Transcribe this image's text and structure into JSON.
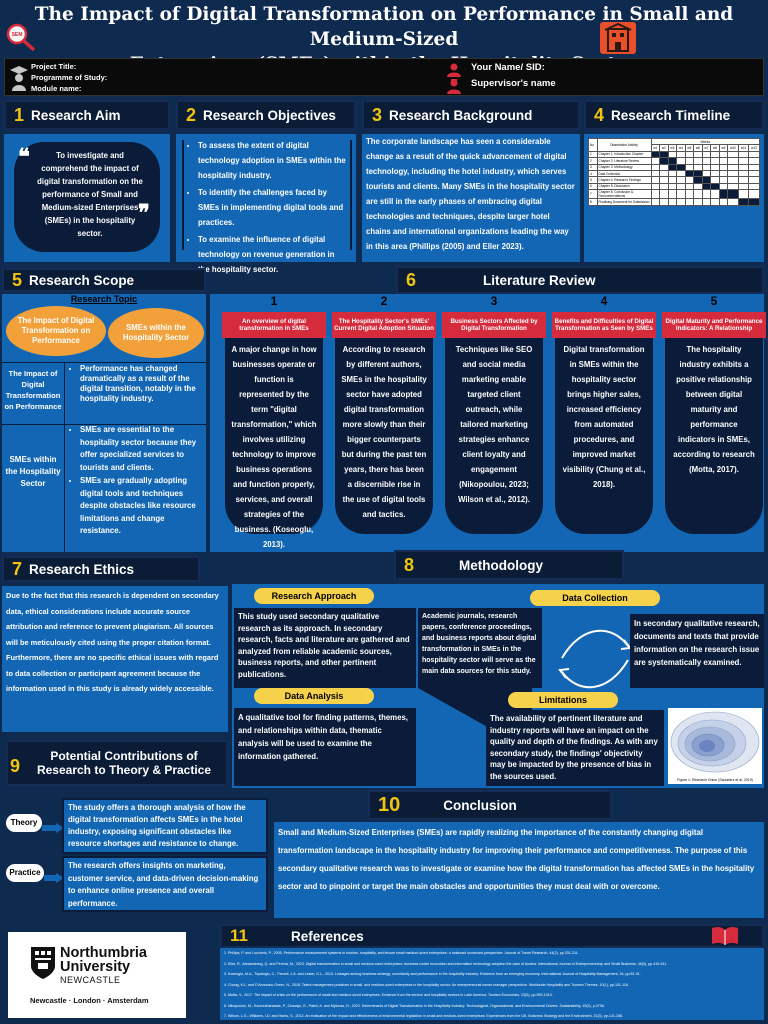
{
  "header": {
    "title_line1": "The Impact of Digital Transformation on Performance in Small and Medium-Sized",
    "title_line2": "Enterprises (SMEs) within the Hospitality Sector"
  },
  "meta": {
    "project_title": "Project Title:",
    "programme": "Programme of Study:",
    "module": "Module name:",
    "name_sid": "Your Name/ SID:",
    "supervisor": "Supervisor's name"
  },
  "sections": {
    "aim": {
      "num": "1",
      "title": "Research Aim",
      "text": "To investigate and comprehend the impact of digital transformation on the performance of Small and Medium-sized Enterprises (SMEs) in the hospitality sector."
    },
    "objectives": {
      "num": "2",
      "title": "Research Objectives",
      "items": [
        "To assess the extent of digital technology adoption in SMEs within the hospitality industry.",
        "To identify the challenges faced by SMEs in implementing digital tools and practices.",
        "To examine the influence of digital technology on revenue generation in the hospitality sector."
      ]
    },
    "background": {
      "num": "3",
      "title": "Research Background",
      "text": "The corporate landscape has seen a considerable change as a result of the quick advancement of digital technology, including the hotel industry, which serves tourists and clients. Many SMEs in the hospitality sector are still in the early phases of embracing digital technologies and techniques, despite larger hotel chains and international organizations leading the way in this area (Phillips (2005) and Eller 2023)."
    },
    "timeline": {
      "num": "4",
      "title": "Research Timeline",
      "head_no": "No",
      "head_activity": "Dissertation Activity",
      "head_weeks": "Weeks",
      "weeks": [
        "w1",
        "w2",
        "w3",
        "w4",
        "w5",
        "w6",
        "w7",
        "w8",
        "w9",
        "w10",
        "w11",
        "w12"
      ],
      "rows": [
        {
          "no": "1",
          "activity": "Chapter 1: Introduction Chapter",
          "start": 0,
          "len": 2
        },
        {
          "no": "2",
          "activity": "Chapter 2: Literature Review",
          "start": 1,
          "len": 2
        },
        {
          "no": "3",
          "activity": "Chapter 3: Methodology",
          "start": 2,
          "len": 2
        },
        {
          "no": "4",
          "activity": "Data Collection",
          "start": 4,
          "len": 2
        },
        {
          "no": "5",
          "activity": "Chapter 4: Research Findings",
          "start": 5,
          "len": 2
        },
        {
          "no": "6",
          "activity": "Chapter 5: Discussion",
          "start": 6,
          "len": 2
        },
        {
          "no": "7",
          "activity": "Chapter 6: Conclusion & Recommendations",
          "start": 8,
          "len": 2
        },
        {
          "no": "8",
          "activity": "Finalising Document for Submission",
          "start": 10,
          "len": 2
        }
      ]
    },
    "scope": {
      "num": "5",
      "title": "Research Scope",
      "topic": "Research Topic",
      "oval1": "The Impact of Digital Transformation on Performance",
      "oval2": "SMEs within the Hospitality Sector",
      "row1_label": "The Impact of Digital Transformation on Performance",
      "row1_items": [
        "Performance has changed dramatically as a result of the digital transition, notably in the hospitality industry."
      ],
      "row2_label": "SMEs within the Hospitality Sector",
      "row2_items": [
        "SMEs are essential to the hospitality sector because they offer specialized services to tourists and clients.",
        "SMEs are gradually adopting digital tools and techniques despite obstacles like resource limitations and change resistance."
      ]
    },
    "literature": {
      "num": "6",
      "title": "Literature Review",
      "cols": [
        {
          "n": "1",
          "head": "An overview of digital transformation in SMEs",
          "text": "A major change in how businesses operate or function is represented by the term \"digital transformation,\" which involves utilizing technology to improve business operations and function properly, services, and overall strategies of the business. (Koseoglu, 2013)."
        },
        {
          "n": "2",
          "head": "The Hospitality Sector's SMEs' Current Digital Adoption Situation",
          "text": "According to research by different authors, SMEs in the hospitality sector have adopted digital transformation more slowly than their bigger counterparts but during the past ten years, there has been a discernible rise in the use of digital tools and tactics."
        },
        {
          "n": "3",
          "head": "Business Sectors Affected by Digital Transformation",
          "text": "Techniques like SEO and social media marketing enable targeted client outreach, while tailored marketing strategies enhance client loyalty and engagement (Nikopoulou, 2023; Wilson et al., 2012)."
        },
        {
          "n": "4",
          "head": "Benefits and Difficulties of Digital Transformation as Seen by SMEs",
          "text": "Digital transformation in SMEs within the hospitality sector brings higher sales, increased efficiency from automated procedures, and improved market visibility (Chung et al., 2018)."
        },
        {
          "n": "5",
          "head": "Digital Maturity and Performance Indicators: A Relationship",
          "text": "The hospitality industry exhibits a positive relationship between digital maturity and performance indicators in SMEs, according to research (Motta, 2017)."
        }
      ]
    },
    "ethics": {
      "num": "7",
      "title": "Research Ethics",
      "text": "Due to the fact that this research is dependent on secondary data, ethical considerations include accurate source attribution and reference to prevent plagiarism. All sources will be meticulously cited using the proper citation format. Furthermore, there are no specific ethical issues with regard to data collection or participant agreement because the information used in this study is already widely accessible."
    },
    "methodology": {
      "num": "8",
      "title": "Methodology",
      "approach_title": "Research Approach",
      "approach_text": "This study used secondary qualitative research as its approach. In secondary research, facts and literature are gathered and analyzed from reliable academic sources, business reports, and other pertinent publications.",
      "collection_title": "Data Collection",
      "sources_text": "Academic journals, research papers, conference proceedings, and business reports about digital transformation in SMEs in the hospitality sector will serve as the main data sources for this study.",
      "collection_text": "In secondary qualitative research, documents and texts that provide information on the research issue are systematically examined.",
      "analysis_title": "Data Analysis",
      "analysis_text": "A qualitative tool for finding patterns, themes, and relationships within data, thematic analysis will be used to examine the information gathered.",
      "limitations_title": "Limitations",
      "limitations_text": "The availability of pertinent literature and industry reports will have an impact on the quality and depth of the findings. As with any secondary study, the findings' objectivity may be impacted by the presence of bias in the sources used.",
      "figure_caption": "Figure 1: Research Onion (Saunders et al, 2019)"
    },
    "contributions": {
      "num": "9",
      "title_line1": "Potential Contributions of",
      "title_line2": "Research to Theory & Practice",
      "theory_label": "Theory",
      "theory_text": "The study offers a thorough analysis of how the digital transformation affects SMEs in the hotel industry, exposing significant obstacles like resource shortages and resistance to change.",
      "practice_label": "Practice",
      "practice_text": "The research offers insights on marketing, customer service, and data-driven decision-making to enhance online presence and overall performance."
    },
    "conclusion": {
      "num": "10",
      "title": "Conclusion",
      "text": "Small and Medium-Sized Enterprises (SMEs) are rapidly realizing the importance of the constantly changing digital transformation landscape in the hospitality industry for improving their performance and competitiveness. The purpose of this secondary qualitative research was to investigate or examine how the digital transformation has affected SMEs in the hospitality sector and to pinpoint or target the main obstacles and opportunities they must deal with or overcome."
    },
    "references": {
      "num": "11",
      "title": "References",
      "items": [
        "1. Phillips, P. and Louvieris, P., 2005. Performance measurement systems in tourism, hospitality, and leisure small medium-sized enterprises: a balanced scorecard perspective. Journal of Travel Research, 44(2), pp.201-211.",
        "2. Eller, R., Alexandrang, Q. and Pereira, M., 2023. Digital transformation in small and medium-sized enterprises: business model innovation and information technology adoption the case of Austria. International Journal of Entrepreneurship and Small Business, 48(3), pp.419-441.",
        "3. Koseoglu, M.A., Topaloglu, C., Parnell, J.A. and Lester, D.L., 2013. Linkages among business strategy, uncertainty and performance in the hospitality industry: Evidence from an emerging economy. International Journal of Hospitality Management, 34, pp.81-91.",
        "4. Chung, K.L. and D'Annunzio-Green, N., 2018. Talent management practices in small- and medium-sized enterprises in the hospitality sector: An entrepreneurial owner-manager perspective. Worldwide Hospitality and Tourism Themes, 10(1), pp.101-116.",
        "5. Motta, V., 2017. The impact of crisis on the performance of small and medium-sized enterprises: Evidence from the service and hospitality sectors in Latin America. Tourism Economics, 23(5), pp.993-1010.",
        "6. Nikopoulou, M., Kourouthanassis, P., Chasapi, G., Pateli, A. and Mylonas, N., 2023. Determinants of Digital Transformation in the Hospitality Industry: Technological, Organizational, and Environmental Drivers. Sustainability, 15(3), p.2736.",
        "7. Wilson, L.G., Williams, I.D. and Harris, S., 2012. An evaluation of the impact and effectiveness of environmental legislation in small and medium-sized enterprises: Experiences from the UK. Business Strategy and the Environment, 21(3), pp.141-156."
      ]
    }
  },
  "logo": {
    "name_line1": "Northumbria",
    "name_line2": "University",
    "name_line3": "NEWCASTLE",
    "locations": "Newcastle · London · Amsterdam"
  },
  "colors": {
    "background": "#0f2a4f",
    "panel": "#1266b3",
    "accent_yellow": "#f1c40f",
    "accent_orange": "#f2a13a",
    "accent_red": "#d52b3c"
  }
}
